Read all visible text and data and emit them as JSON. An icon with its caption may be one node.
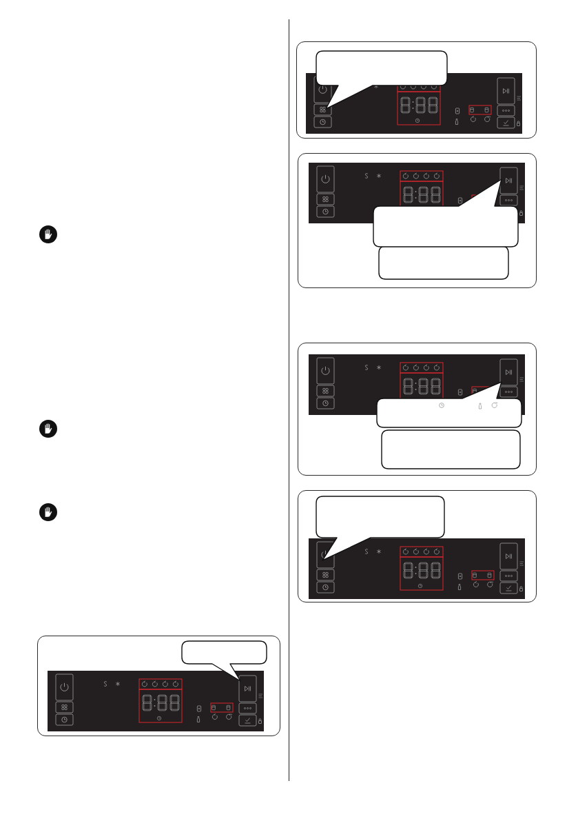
{
  "diagram": {
    "nodes": [
      {
        "text": [],
        "shape": "box"
      },
      {
        "text": [],
        "shape": "picture",
        "in": 0
      },
      {
        "text": [],
        "shape": "bubble",
        "in": 0
      },
      {
        "text": [],
        "shape": "box"
      },
      {
        "text": [],
        "shape": "picture",
        "in": 3
      },
      {
        "text": [],
        "shape": "bubble",
        "in": 3
      },
      {
        "text": [],
        "shape": "box"
      },
      {
        "text": [],
        "shape": "picture",
        "in": 6
      },
      {
        "text": [],
        "shape": "bubble",
        "in": 6
      },
      {
        "text": [],
        "shape": "bubble",
        "in": 6
      },
      {
        "text": [],
        "shape": "box"
      },
      {
        "text": [],
        "shape": "picture",
        "in": 10
      },
      {
        "text": [],
        "shape": "bubble",
        "in": 10
      },
      {
        "text": [],
        "shape": "bubble",
        "in": 10
      },
      {
        "text": [],
        "shape": "box"
      },
      {
        "text": [],
        "shape": "picture",
        "in": 14
      },
      {
        "text": [],
        "shape": "bubble",
        "in": 14
      }
    ]
  }
}
